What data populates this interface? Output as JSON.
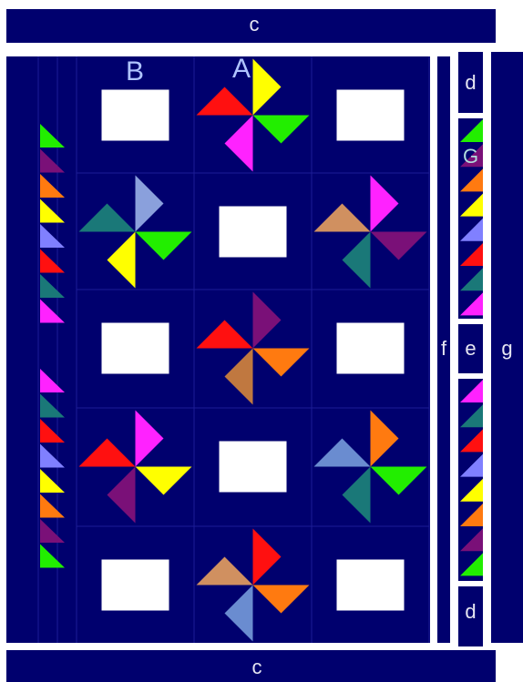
{
  "labels": {
    "c_top": "c",
    "c_bottom": "c",
    "a": "A",
    "b": "B",
    "d_top": "d",
    "d_bottom": "d",
    "e": "e",
    "f": "f",
    "g": "g",
    "g_upper": "G"
  },
  "colors": {
    "navy": "#00006e",
    "white": "#ffffff",
    "red": "#ff1010",
    "yellow": "#ffff00",
    "green": "#22ee00",
    "magenta": "#ff22ff",
    "teal": "#1a7878",
    "purple": "#7a1078",
    "orange": "#ff7a10",
    "periwinkle": "#8080ff",
    "lightblue": "#8aa0dc",
    "tan": "#d09060",
    "brown": "#c07840",
    "steelblue": "#6a8cd0"
  },
  "pinwheels": [
    {
      "name": "pinwheel-r1c2",
      "row": 0,
      "col": 1,
      "blades": [
        "yellow",
        "green",
        "magenta",
        "red"
      ]
    },
    {
      "name": "pinwheel-r2c1",
      "row": 1,
      "col": 0,
      "blades": [
        "lightblue",
        "green",
        "yellow",
        "teal"
      ]
    },
    {
      "name": "pinwheel-r2c3",
      "row": 1,
      "col": 2,
      "blades": [
        "magenta",
        "purple",
        "teal",
        "tan"
      ]
    },
    {
      "name": "pinwheel-r3c2",
      "row": 2,
      "col": 1,
      "blades": [
        "purple",
        "orange",
        "brown",
        "red"
      ]
    },
    {
      "name": "pinwheel-r4c1",
      "row": 3,
      "col": 0,
      "blades": [
        "magenta",
        "yellow",
        "purple",
        "red"
      ]
    },
    {
      "name": "pinwheel-r4c3",
      "row": 3,
      "col": 2,
      "blades": [
        "orange",
        "green",
        "teal",
        "steelblue"
      ]
    },
    {
      "name": "pinwheel-r5c2",
      "row": 4,
      "col": 1,
      "blades": [
        "red",
        "orange",
        "steelblue",
        "tan"
      ]
    }
  ],
  "white_blocks": [
    {
      "row": 0,
      "col": 0
    },
    {
      "row": 0,
      "col": 2
    },
    {
      "row": 1,
      "col": 1
    },
    {
      "row": 2,
      "col": 0
    },
    {
      "row": 2,
      "col": 2
    },
    {
      "row": 3,
      "col": 1
    },
    {
      "row": 4,
      "col": 0
    },
    {
      "row": 4,
      "col": 2
    }
  ],
  "left_strip": {
    "upper": [
      "green",
      "purple",
      "orange",
      "yellow",
      "periwinkle",
      "red",
      "teal",
      "magenta"
    ],
    "lower": [
      "magenta",
      "teal",
      "red",
      "periwinkle",
      "yellow",
      "orange",
      "purple",
      "green"
    ]
  },
  "right_strip": {
    "upper": [
      "green",
      "purple",
      "orange",
      "yellow",
      "periwinkle",
      "red",
      "teal",
      "magenta"
    ],
    "lower": [
      "magenta",
      "teal",
      "red",
      "periwinkle",
      "yellow",
      "orange",
      "purple",
      "green"
    ]
  }
}
